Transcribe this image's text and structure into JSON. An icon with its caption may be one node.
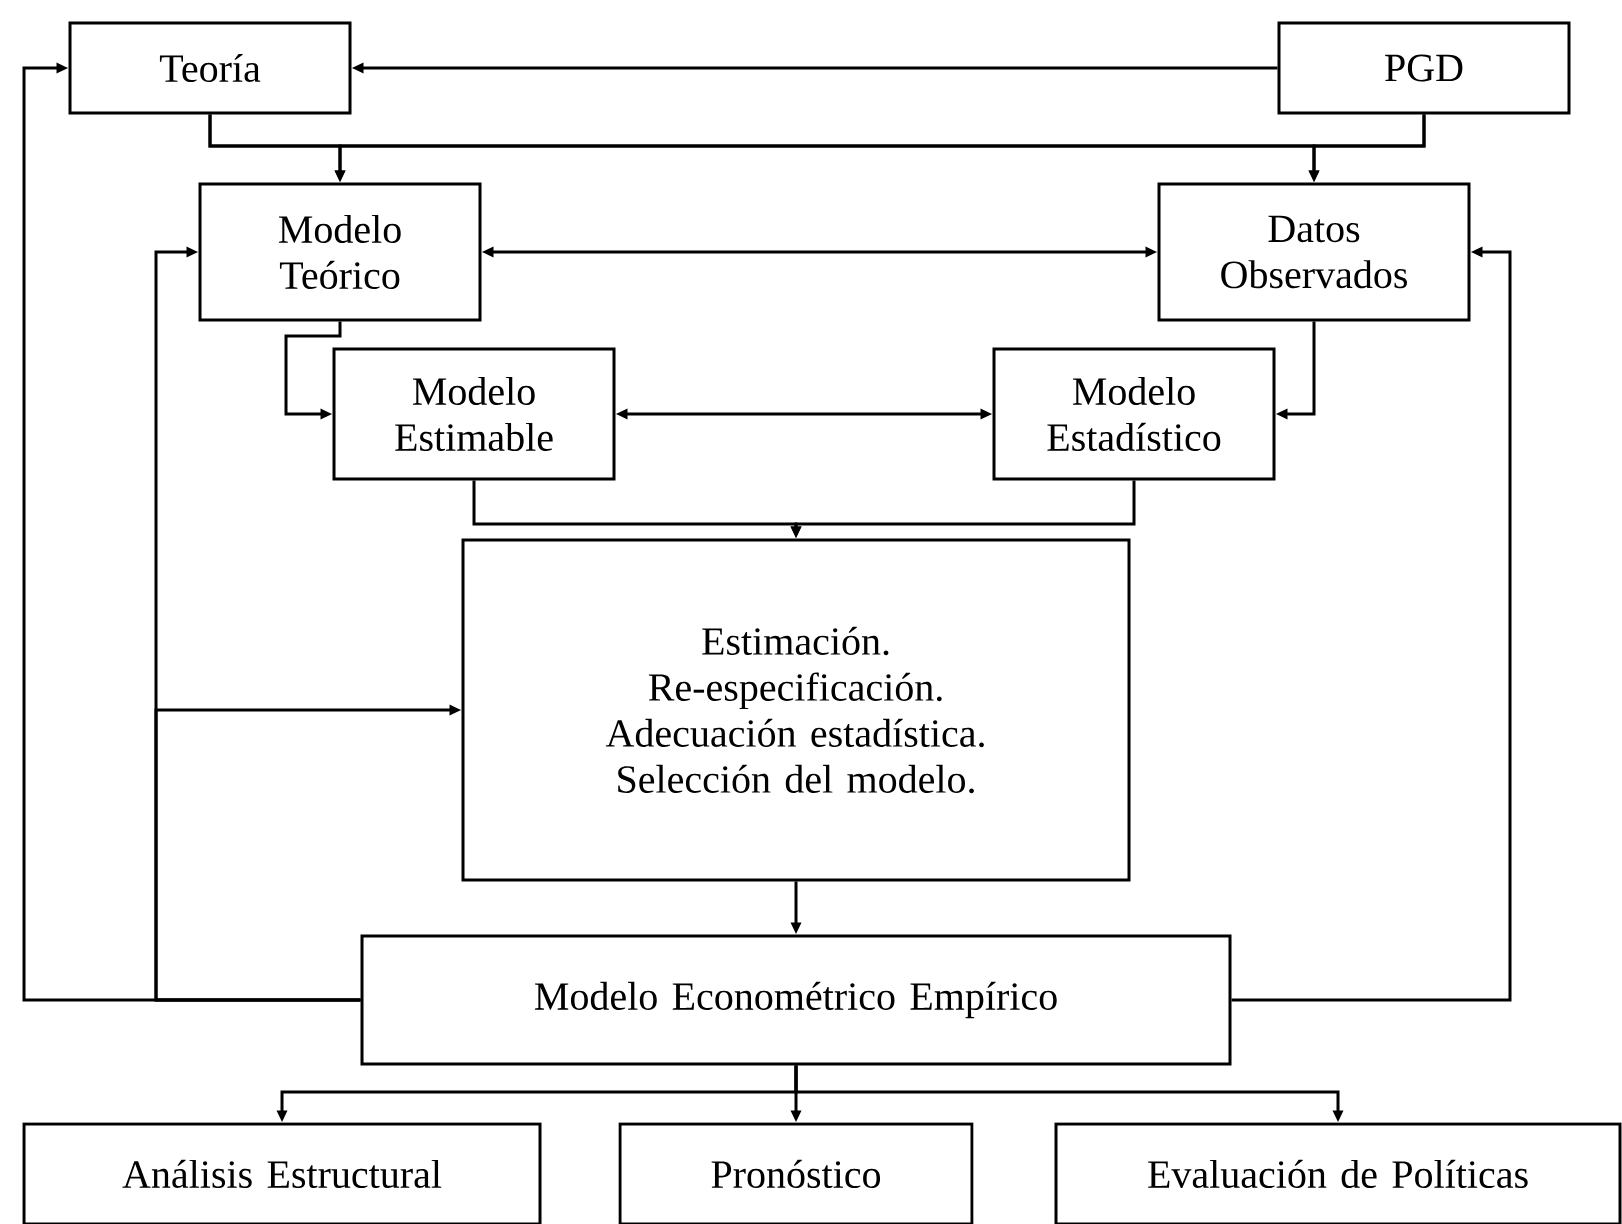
{
  "diagram": {
    "nodes": [
      {
        "text": [
          "Teoría"
        ]
      },
      {
        "text": [
          "PGD"
        ]
      },
      {
        "text": [
          "Modelo Teórico"
        ]
      },
      {
        "text": [
          "Datos Observados"
        ]
      },
      {
        "text": [
          "Modelo Estimable"
        ]
      },
      {
        "text": [
          "Modelo Estadístico"
        ]
      },
      {
        "text": [
          "Estimación.",
          "Re-especificación.",
          "Adecuación estadística.",
          "Selección del modelo."
        ]
      },
      {
        "text": [
          "Modelo Econométrico Empírico"
        ]
      },
      {
        "text": [
          "Análisis Estructural"
        ]
      },
      {
        "text": [
          "Pronóstico"
        ]
      },
      {
        "text": [
          "Evaluación de Políticas"
        ]
      }
    ],
    "edges": [
      {
        "from": 1,
        "to": 0,
        "arrow": "to"
      },
      {
        "from": 0,
        "to": 2,
        "arrow": "to"
      },
      {
        "from": 0,
        "to": 3,
        "arrow": "to"
      },
      {
        "from": 1,
        "to": 2,
        "arrow": "to"
      },
      {
        "from": 1,
        "to": 3,
        "arrow": "to"
      },
      {
        "from": 2,
        "to": 3,
        "arrow": "both"
      },
      {
        "from": 2,
        "to": 4,
        "arrow": "to"
      },
      {
        "from": 3,
        "to": 5,
        "arrow": "to"
      },
      {
        "from": 4,
        "to": 5,
        "arrow": "both"
      },
      {
        "from": 4,
        "to": 6,
        "arrow": "to"
      },
      {
        "from": 5,
        "to": 6,
        "arrow": "to"
      },
      {
        "from": 6,
        "to": 7,
        "arrow": "to"
      },
      {
        "from": 7,
        "to": 0,
        "arrow": "to"
      },
      {
        "from": 7,
        "to": 2,
        "arrow": "to"
      },
      {
        "from": 7,
        "to": 6,
        "arrow": "to"
      },
      {
        "from": 7,
        "to": 3,
        "arrow": "to"
      },
      {
        "from": 7,
        "to": 8,
        "arrow": "to"
      },
      {
        "from": 7,
        "to": 9,
        "arrow": "to"
      },
      {
        "from": 7,
        "to": 10,
        "arrow": "to"
      }
    ]
  }
}
